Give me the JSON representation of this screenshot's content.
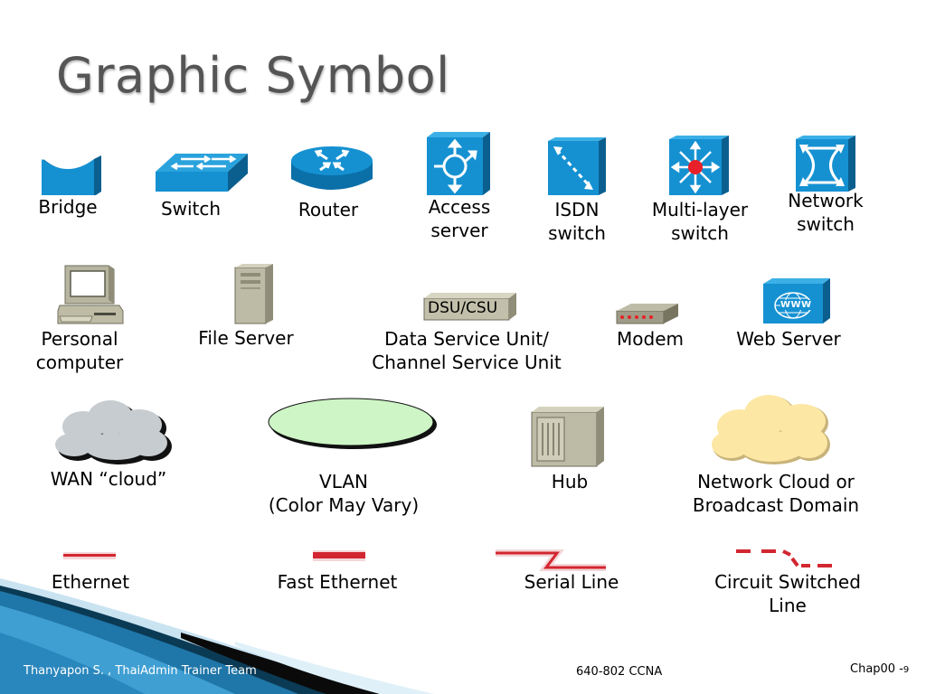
{
  "slide": {
    "title": "Graphic Symbol"
  },
  "row1": {
    "bridge": "Bridge",
    "switch": "Switch",
    "router": "Router",
    "access_server": "Access\nserver",
    "isdn_switch": "ISDN\nswitch",
    "multilayer_switch": "Multi-layer\nswitch",
    "network_switch": "Network\nswitch"
  },
  "row2": {
    "personal_computer": "Personal\ncomputer",
    "file_server": "File Server",
    "dsu_csu_box": "DSU/CSU",
    "dsu_csu": "Data Service Unit/\nChannel Service Unit",
    "modem": "Modem",
    "web_server": "Web Server",
    "www": "WWW"
  },
  "row3": {
    "wan_cloud": "WAN “cloud”",
    "vlan": "VLAN\n(Color May Vary)",
    "hub": "Hub",
    "network_cloud": "Network Cloud or\nBroadcast Domain"
  },
  "row4": {
    "ethernet": "Ethernet",
    "fast_ethernet": "Fast Ethernet",
    "serial_line": "Serial Line",
    "circuit_switched": "Circuit Switched\nLine"
  },
  "footer": {
    "author": "Thanyapon S. , ThaiAdmin Trainer Team",
    "course": "640-802 CCNA",
    "chapter": "Chap00 -",
    "page": "9"
  },
  "colors": {
    "icon_blue": "#1591d2",
    "icon_blue_dark": "#0b5f8f",
    "link_red": "#d22630",
    "cloud_gray": "#c7ccd0",
    "cloud_yellow": "#fde7a4",
    "vlan_green": "#cdf5c5"
  }
}
